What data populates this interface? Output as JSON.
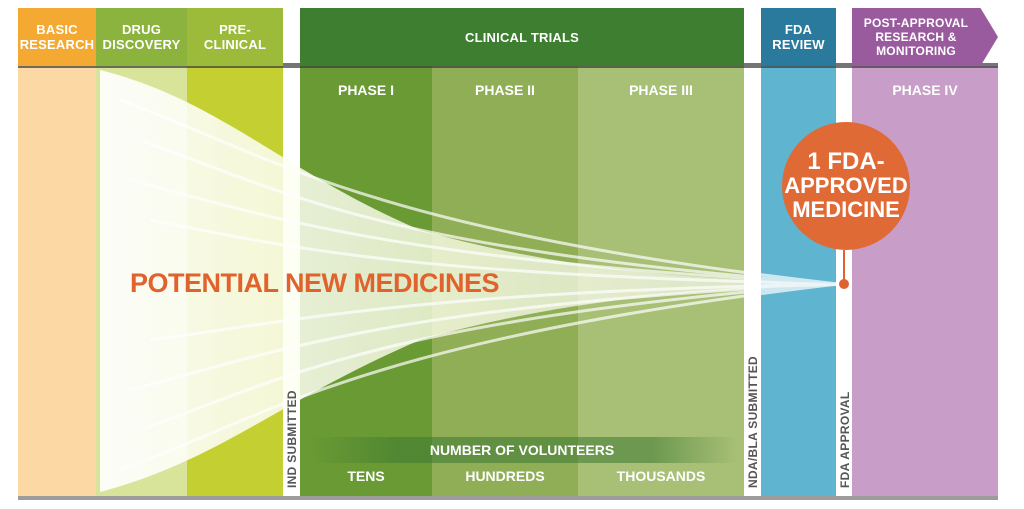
{
  "header": {
    "basic_research": "BASIC\nRESEARCH",
    "drug_discovery": "DRUG\nDISCOVERY",
    "pre_clinical": "PRE-\nCLINICAL",
    "clinical_trials": "CLINICAL TRIALS",
    "fda_review": "FDA\nREVIEW",
    "post_approval": "POST-APPROVAL\nRESEARCH &\nMONITORING"
  },
  "phases": {
    "phase1": "PHASE I",
    "phase2": "PHASE II",
    "phase3": "PHASE III",
    "phase4": "PHASE IV"
  },
  "volunteers": {
    "title": "NUMBER OF VOLUNTEERS",
    "tens": "TENS",
    "hundreds": "HUNDREDS",
    "thousands": "THOUSANDS"
  },
  "milestones": {
    "ind": "IND SUBMITTED",
    "nda": "NDA/BLA SUBMITTED",
    "fda_approval": "FDA APPROVAL"
  },
  "funnel_label": "POTENTIAL NEW MEDICINES",
  "result": {
    "line1": "1 FDA-",
    "line2": "APPROVED",
    "line3": "MEDICINE"
  },
  "colors": {
    "basic_research": "#f4a932",
    "drug_discovery": "#8bb33d",
    "pre_clinical": "#b4c431",
    "clinical_trials": "#3e7e31",
    "fda_review": "#2a7a9e",
    "post_approval": "#9a5a9e",
    "accent": "#e0622d"
  }
}
